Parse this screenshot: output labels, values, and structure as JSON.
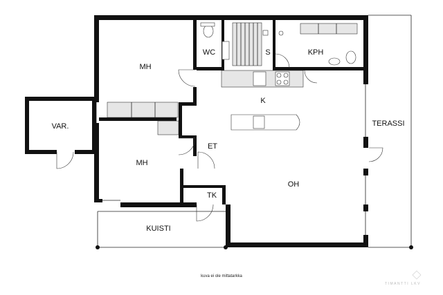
{
  "rooms": {
    "mh1": "MH",
    "wc": "WC",
    "s": "S",
    "kph": "KPH",
    "k": "K",
    "var": "VAR.",
    "terassi": "TERASSI",
    "et": "ET",
    "mh2": "MH",
    "oh": "OH",
    "tk": "TK",
    "kuisti": "KUISTI"
  },
  "caption": "kuva ei ole mittatarkka",
  "logo": "TIMANTTI LKV"
}
